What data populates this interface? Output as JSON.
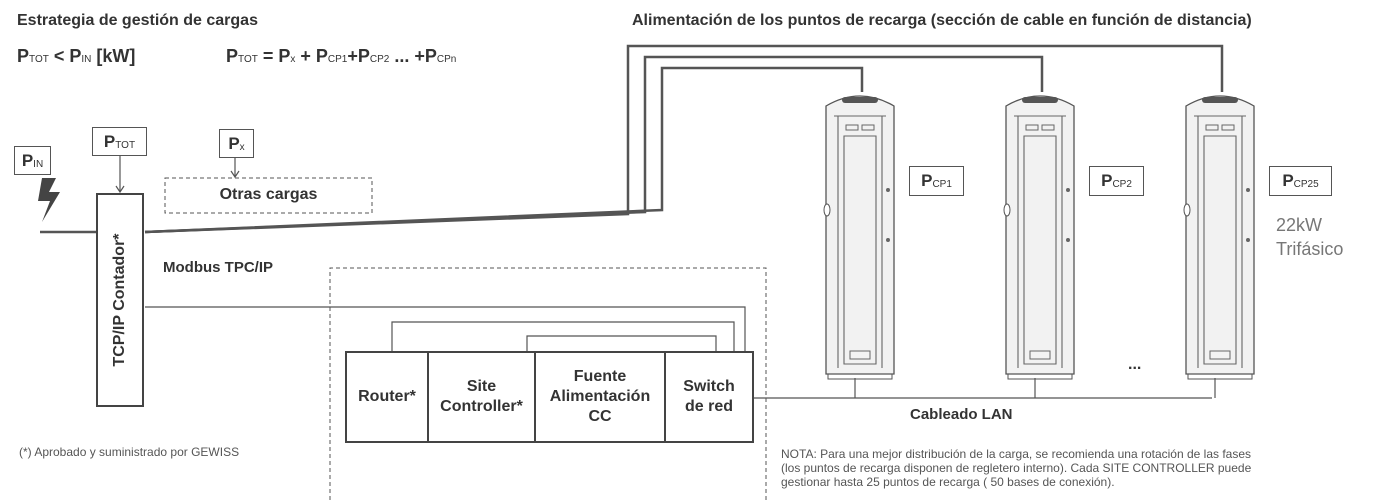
{
  "title": "Estrategia de gestión de cargas",
  "formula_left": {
    "main": "P",
    "sub1": "TOT",
    "mid": " < P",
    "sub2": "IN",
    "tail": " [kW]"
  },
  "formula_right": {
    "p1": "P",
    "s1": "TOT",
    "p2": " = P",
    "s2": "x",
    "p3": " + P",
    "s3": "CP1",
    "p4": "+P",
    "s4": "CP2",
    "p5": " ... +P",
    "s5": "CPn"
  },
  "power_header": "Alimentación de los puntos de recarga (sección de cable en función de distancia)",
  "labels": {
    "p_in": {
      "main": "P",
      "sub": "IN"
    },
    "p_tot": {
      "main": "P",
      "sub": "TOT"
    },
    "p_x": {
      "main": "P",
      "sub": "x"
    },
    "p_cp1": {
      "main": "P",
      "sub": "CP1"
    },
    "p_cp2": {
      "main": "P",
      "sub": "CP2"
    },
    "p_cp25": {
      "main": "P",
      "sub": "CP25"
    }
  },
  "other_loads": "Otras cargas",
  "meter": "TCP/IP Contador*",
  "modbus": "Modbus TPC/IP",
  "cabinet": {
    "router": "Router*",
    "site_controller": "Site\nController*",
    "power_supply": "Fuente\nAlimentación\nCC",
    "switch": "Switch\nde red"
  },
  "lan": "Cableado LAN",
  "ellipsis": "...",
  "spec": {
    "power": "22kW",
    "phase": "Trifásico"
  },
  "footnote": "(*) Aprobado y suministrado por GEWISS",
  "note": [
    "NOTA: Para una mejor distribución de la carga, se recomienda una rotación de las fases",
    "(los puntos de recarga disponen de regletero interno). Cada SITE CONTROLLER puede",
    "gestionar hasta 25 puntos de recarga  ( 50 bases de conexión)."
  ],
  "colors": {
    "line": "#555555",
    "text": "#333333",
    "charger_body": "#f2f2f2"
  }
}
